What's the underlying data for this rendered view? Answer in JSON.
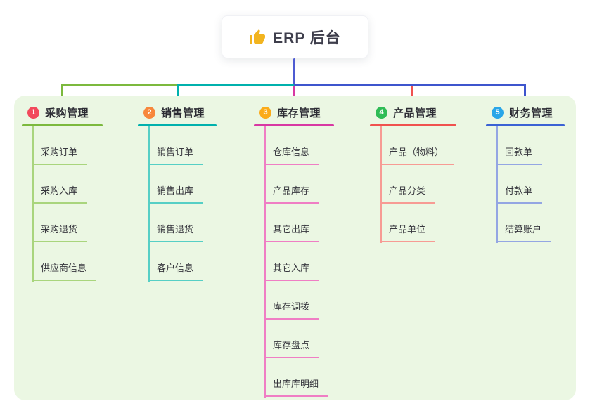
{
  "root": {
    "title": "ERP 后台",
    "icon": "thumbs-up-icon",
    "icon_color": "#f2b41f",
    "card_bg": "#ffffff",
    "text_color": "#3e3e4c"
  },
  "canvas": {
    "background": "#ffffff",
    "panel_bg": "#ebf7e3",
    "title_text_color": "#2c2c34",
    "item_text_color": "#38383f"
  },
  "connectors": {
    "root_drop": "#4e5bd2",
    "bus_left": "#7cb93e",
    "bus_mid": "#00b1ad",
    "bus_right": "#3e55cd",
    "drop_b1": "#7cb93e",
    "drop_b2": "#00b1ad",
    "drop_b3": "#d839a3",
    "drop_b4": "#f0524f",
    "drop_b5": "#3e55cd"
  },
  "branches": [
    {
      "number": "1",
      "label": "采购管理",
      "badge_color": "#f24a5c",
      "line_color": "#7cb93e",
      "sub_line_color": "#a9d57d",
      "items": [
        "采购订单",
        "采购入库",
        "采购退货",
        "供应商信息"
      ]
    },
    {
      "number": "2",
      "label": "销售管理",
      "badge_color": "#f7873c",
      "line_color": "#00b1ad",
      "sub_line_color": "#56cfc5",
      "items": [
        "销售订单",
        "销售出库",
        "销售退货",
        "客户信息"
      ]
    },
    {
      "number": "3",
      "label": "库存管理",
      "badge_color": "#fbab19",
      "line_color": "#d839a3",
      "sub_line_color": "#ef7ec4",
      "items": [
        "仓库信息",
        "产品库存",
        "其它出库",
        "其它入库",
        "库存调拨",
        "库存盘点",
        "出库库明细"
      ]
    },
    {
      "number": "4",
      "label": "产品管理",
      "badge_color": "#2fbc56",
      "line_color": "#f0524f",
      "sub_line_color": "#f79b94",
      "items": [
        "产品（物料）",
        "产品分类",
        "产品单位"
      ]
    },
    {
      "number": "5",
      "label": "财务管理",
      "badge_color": "#29a6e8",
      "line_color": "#3b62d4",
      "sub_line_color": "#94a6e3",
      "items": [
        "回款单",
        "付款单",
        "结算账户"
      ]
    }
  ]
}
